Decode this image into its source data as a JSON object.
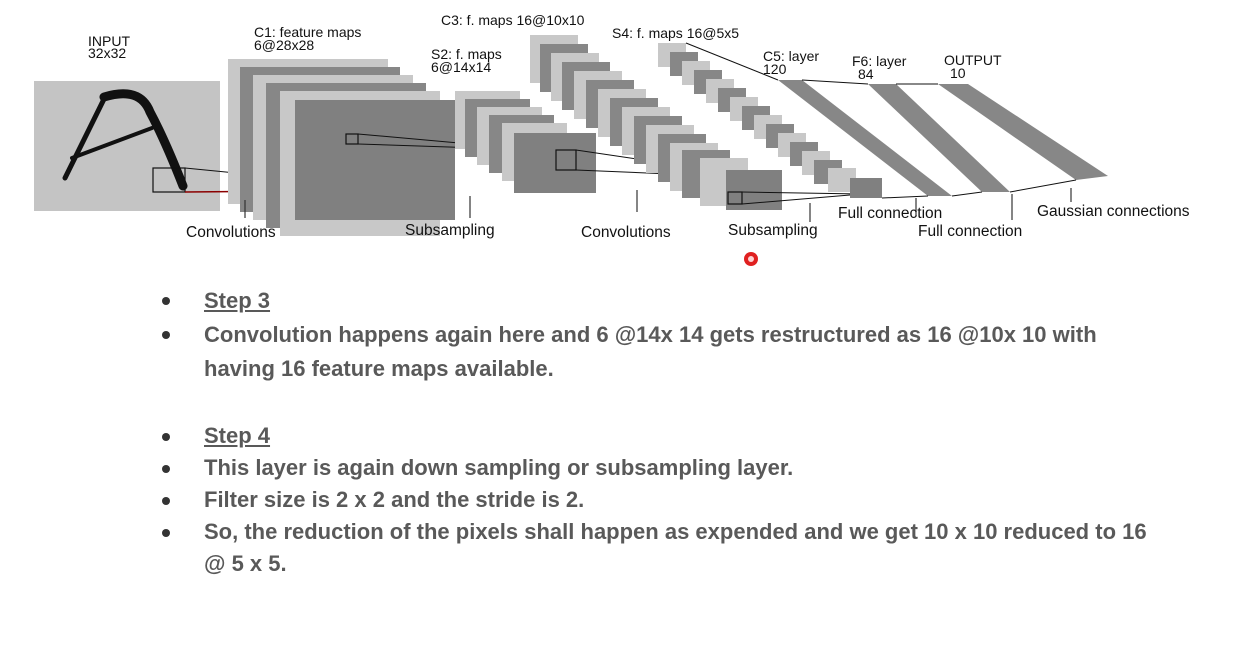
{
  "diagram": {
    "labels": {
      "input": [
        "INPUT",
        "32x32"
      ],
      "c1": [
        "C1: feature maps",
        "6@28x28"
      ],
      "s2": [
        "S2: f. maps",
        "6@14x14"
      ],
      "c3": "C3: f. maps 16@10x10",
      "s4": "S4: f. maps 16@5x5",
      "c5": [
        "C5: layer",
        "120"
      ],
      "f6": [
        "F6: layer",
        "84"
      ],
      "output": [
        "OUTPUT",
        "10"
      ]
    },
    "operations": [
      "Convolutions",
      "Subsampling",
      "Convolutions",
      "Subsampling",
      "Full connection",
      "Full connection",
      "Gaussian connections"
    ],
    "input_glyph": "A"
  },
  "step3": {
    "heading": "Step  3",
    "lines": [
      "Convolution happens again here and 6 @14x 14  gets restructured as 16 @10x 10 with having 16 feature maps available."
    ]
  },
  "step4": {
    "heading": "Step 4",
    "lines": [
      "This layer is again down sampling or subsampling layer.",
      "Filter size is 2 x 2 and the stride is 2.",
      "So, the reduction of the pixels shall happen as expended and we get 10 x 10 reduced to 16 @ 5 x 5."
    ]
  },
  "colors": {
    "map_light": "#c8c8c8",
    "map_dark": "#808080",
    "text": "#595959",
    "cursor": "#e02020"
  }
}
